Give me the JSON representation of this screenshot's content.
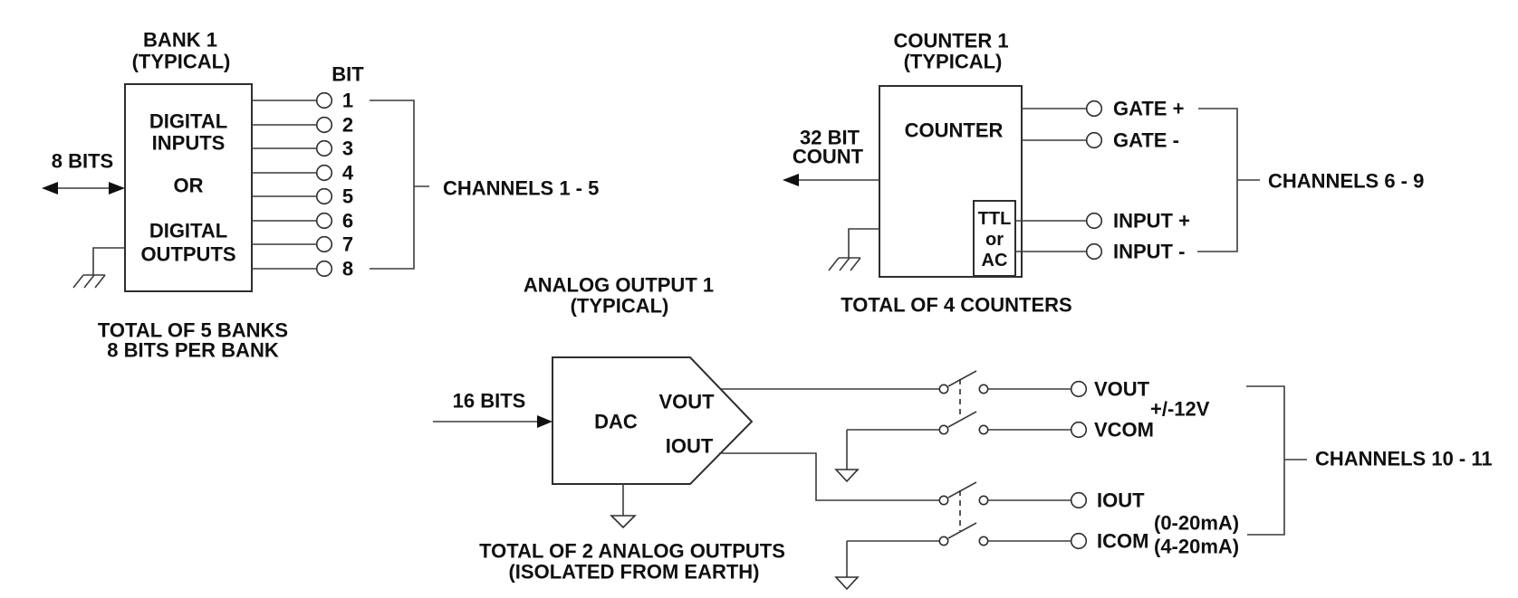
{
  "colors": {
    "line": "#3c3c3c",
    "text": "#101010",
    "background": "#ffffff"
  },
  "diagram": {
    "bank": {
      "title_line1": "BANK 1",
      "title_line2": "(TYPICAL)",
      "box_line1": "DIGITAL",
      "box_line2": "INPUTS",
      "box_line3": "OR",
      "box_line4": "DIGITAL",
      "box_line5": "OUTPUTS",
      "bus_label": "8 BITS",
      "bit_header": "BIT",
      "bits": [
        "1",
        "2",
        "3",
        "4",
        "5",
        "6",
        "7",
        "8"
      ],
      "channels_label": "CHANNELS 1 - 5",
      "note_line1": "TOTAL OF 5 BANKS",
      "note_line2": "8 BITS PER BANK"
    },
    "counter": {
      "title_line1": "COUNTER 1",
      "title_line2": "(TYPICAL)",
      "box_label": "COUNTER",
      "mode_line1": "TTL",
      "mode_line2": "or",
      "mode_line3": "AC",
      "count_line1": "32 BIT",
      "count_line2": "COUNT",
      "terminals": [
        "GATE +",
        "GATE -",
        "INPUT +",
        "INPUT -"
      ],
      "channels_label": "CHANNELS 6 - 9",
      "note": "TOTAL OF 4 COUNTERS"
    },
    "analog": {
      "title_line1": "ANALOG OUTPUT 1",
      "title_line2": "(TYPICAL)",
      "dac_label": "DAC",
      "dac_vout_label": "VOUT",
      "dac_iout_label": "IOUT",
      "bus_label": "16 BITS",
      "terminals": [
        "VOUT",
        "VCOM",
        "IOUT",
        "ICOM"
      ],
      "range_voltage": "+/-12V",
      "range_current_1": "(0-20mA)",
      "range_current_2": "(4-20mA)",
      "channels_label": "CHANNELS 10 - 11",
      "note_line1": "TOTAL OF 2 ANALOG OUTPUTS",
      "note_line2": "(ISOLATED FROM EARTH)"
    }
  }
}
